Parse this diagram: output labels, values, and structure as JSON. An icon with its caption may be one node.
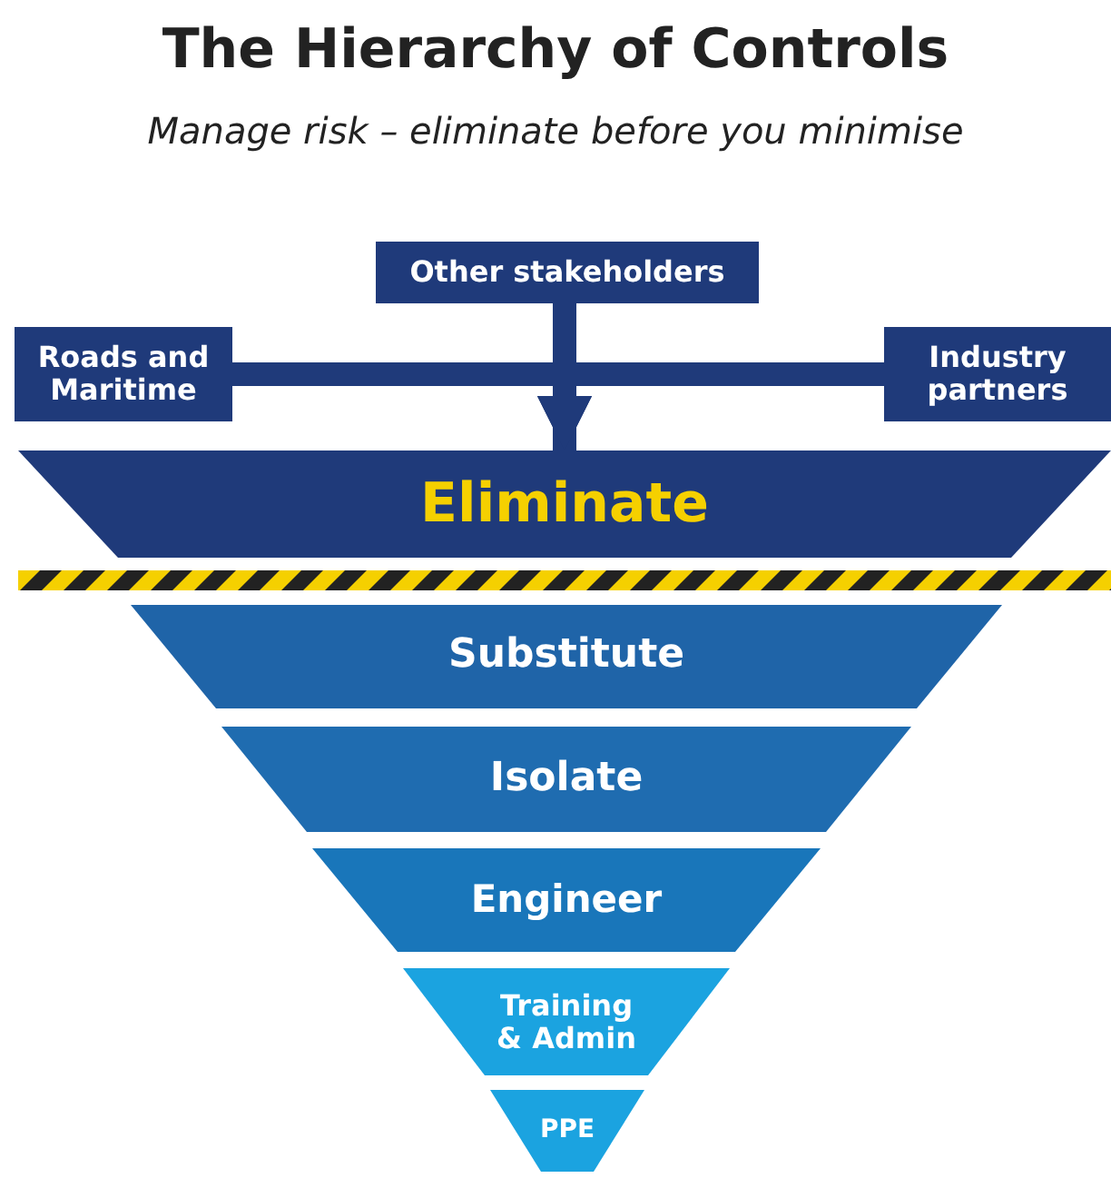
{
  "diagram": {
    "title": "The Hierarchy of Controls",
    "nodes": [
      {
        "text": [
          "Other stakeholders"
        ]
      },
      {
        "text": [
          "Roads and Maritime"
        ]
      },
      {
        "text": [
          "Industry partners"
        ]
      },
      {
        "text": [
          "Eliminate"
        ]
      },
      {
        "text": [
          "Substitute"
        ]
      },
      {
        "text": [
          "Isolate"
        ]
      },
      {
        "text": [
          "Engineer"
        ]
      },
      {
        "text": [
          "Training & Admin"
        ]
      },
      {
        "text": [
          "PPE"
        ]
      }
    ],
    "edges": [
      {
        "from": 0,
        "to": 3,
        "arrow": "to"
      },
      {
        "from": 1,
        "to": 3,
        "arrow": "to"
      },
      {
        "from": 2,
        "to": 3,
        "arrow": "to"
      }
    ],
    "labels": [
      "Manage risk – eliminate before you minimise"
    ]
  }
}
